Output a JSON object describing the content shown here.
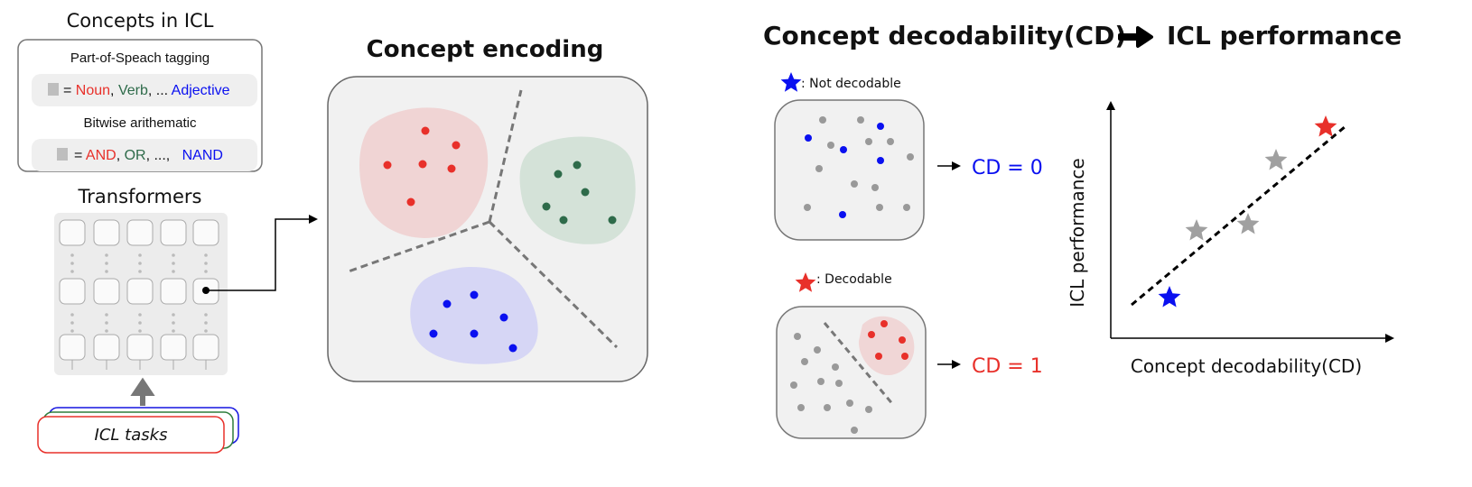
{
  "concepts": {
    "title": "Concepts in ICL",
    "pos_title": "Part-of-Speach tagging",
    "pos_eq": "=",
    "pos_items": [
      "Noun",
      "Verb",
      "Adjective"
    ],
    "pos_sep1": ", ",
    "pos_sep2": ", ... ",
    "bit_title": "Bitwise arithematic",
    "bit_eq": "=",
    "bit_items": [
      "AND",
      "OR",
      "NAND"
    ],
    "bit_sep1": ", ",
    "bit_sep2": ", ...,   "
  },
  "transformers": {
    "title": "Transformers",
    "input_label": "ICL tasks"
  },
  "encoding": {
    "title": "Concept encoding"
  },
  "decodability": {
    "title_left": "Concept decodability(CD)",
    "title_right": "ICL performance",
    "not_decodable_label": ": Not decodable",
    "decodable_label": ": Decodable",
    "cd0": "CD = 0",
    "cd1": "CD = 1",
    "plot_xlabel": "Concept decodability(CD)",
    "plot_ylabel": "ICL performance"
  },
  "colors": {
    "red": "#e8302a",
    "green": "#2e6b4a",
    "blue": "#0a10f0",
    "gray": "#999999"
  }
}
